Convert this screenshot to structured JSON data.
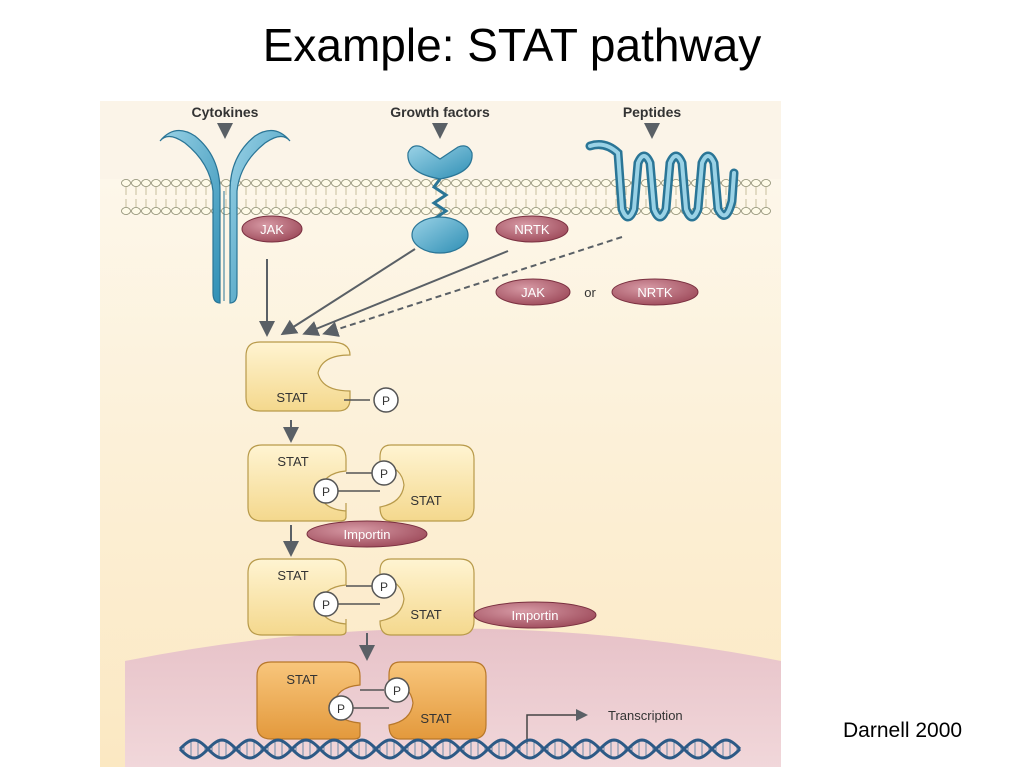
{
  "slide": {
    "title": "Example: STAT pathway",
    "credit": "Darnell 2000"
  },
  "figure": {
    "inputs": {
      "cytokines": "Cytokines",
      "growth_factors": "Growth factors",
      "peptides": "Peptides"
    },
    "kinases": {
      "jak": "JAK",
      "nrtk": "NRTK",
      "or_word": "or"
    },
    "stat": "STAT",
    "phospho": "P",
    "importin": "Importin",
    "transcription": "Transcription"
  }
}
